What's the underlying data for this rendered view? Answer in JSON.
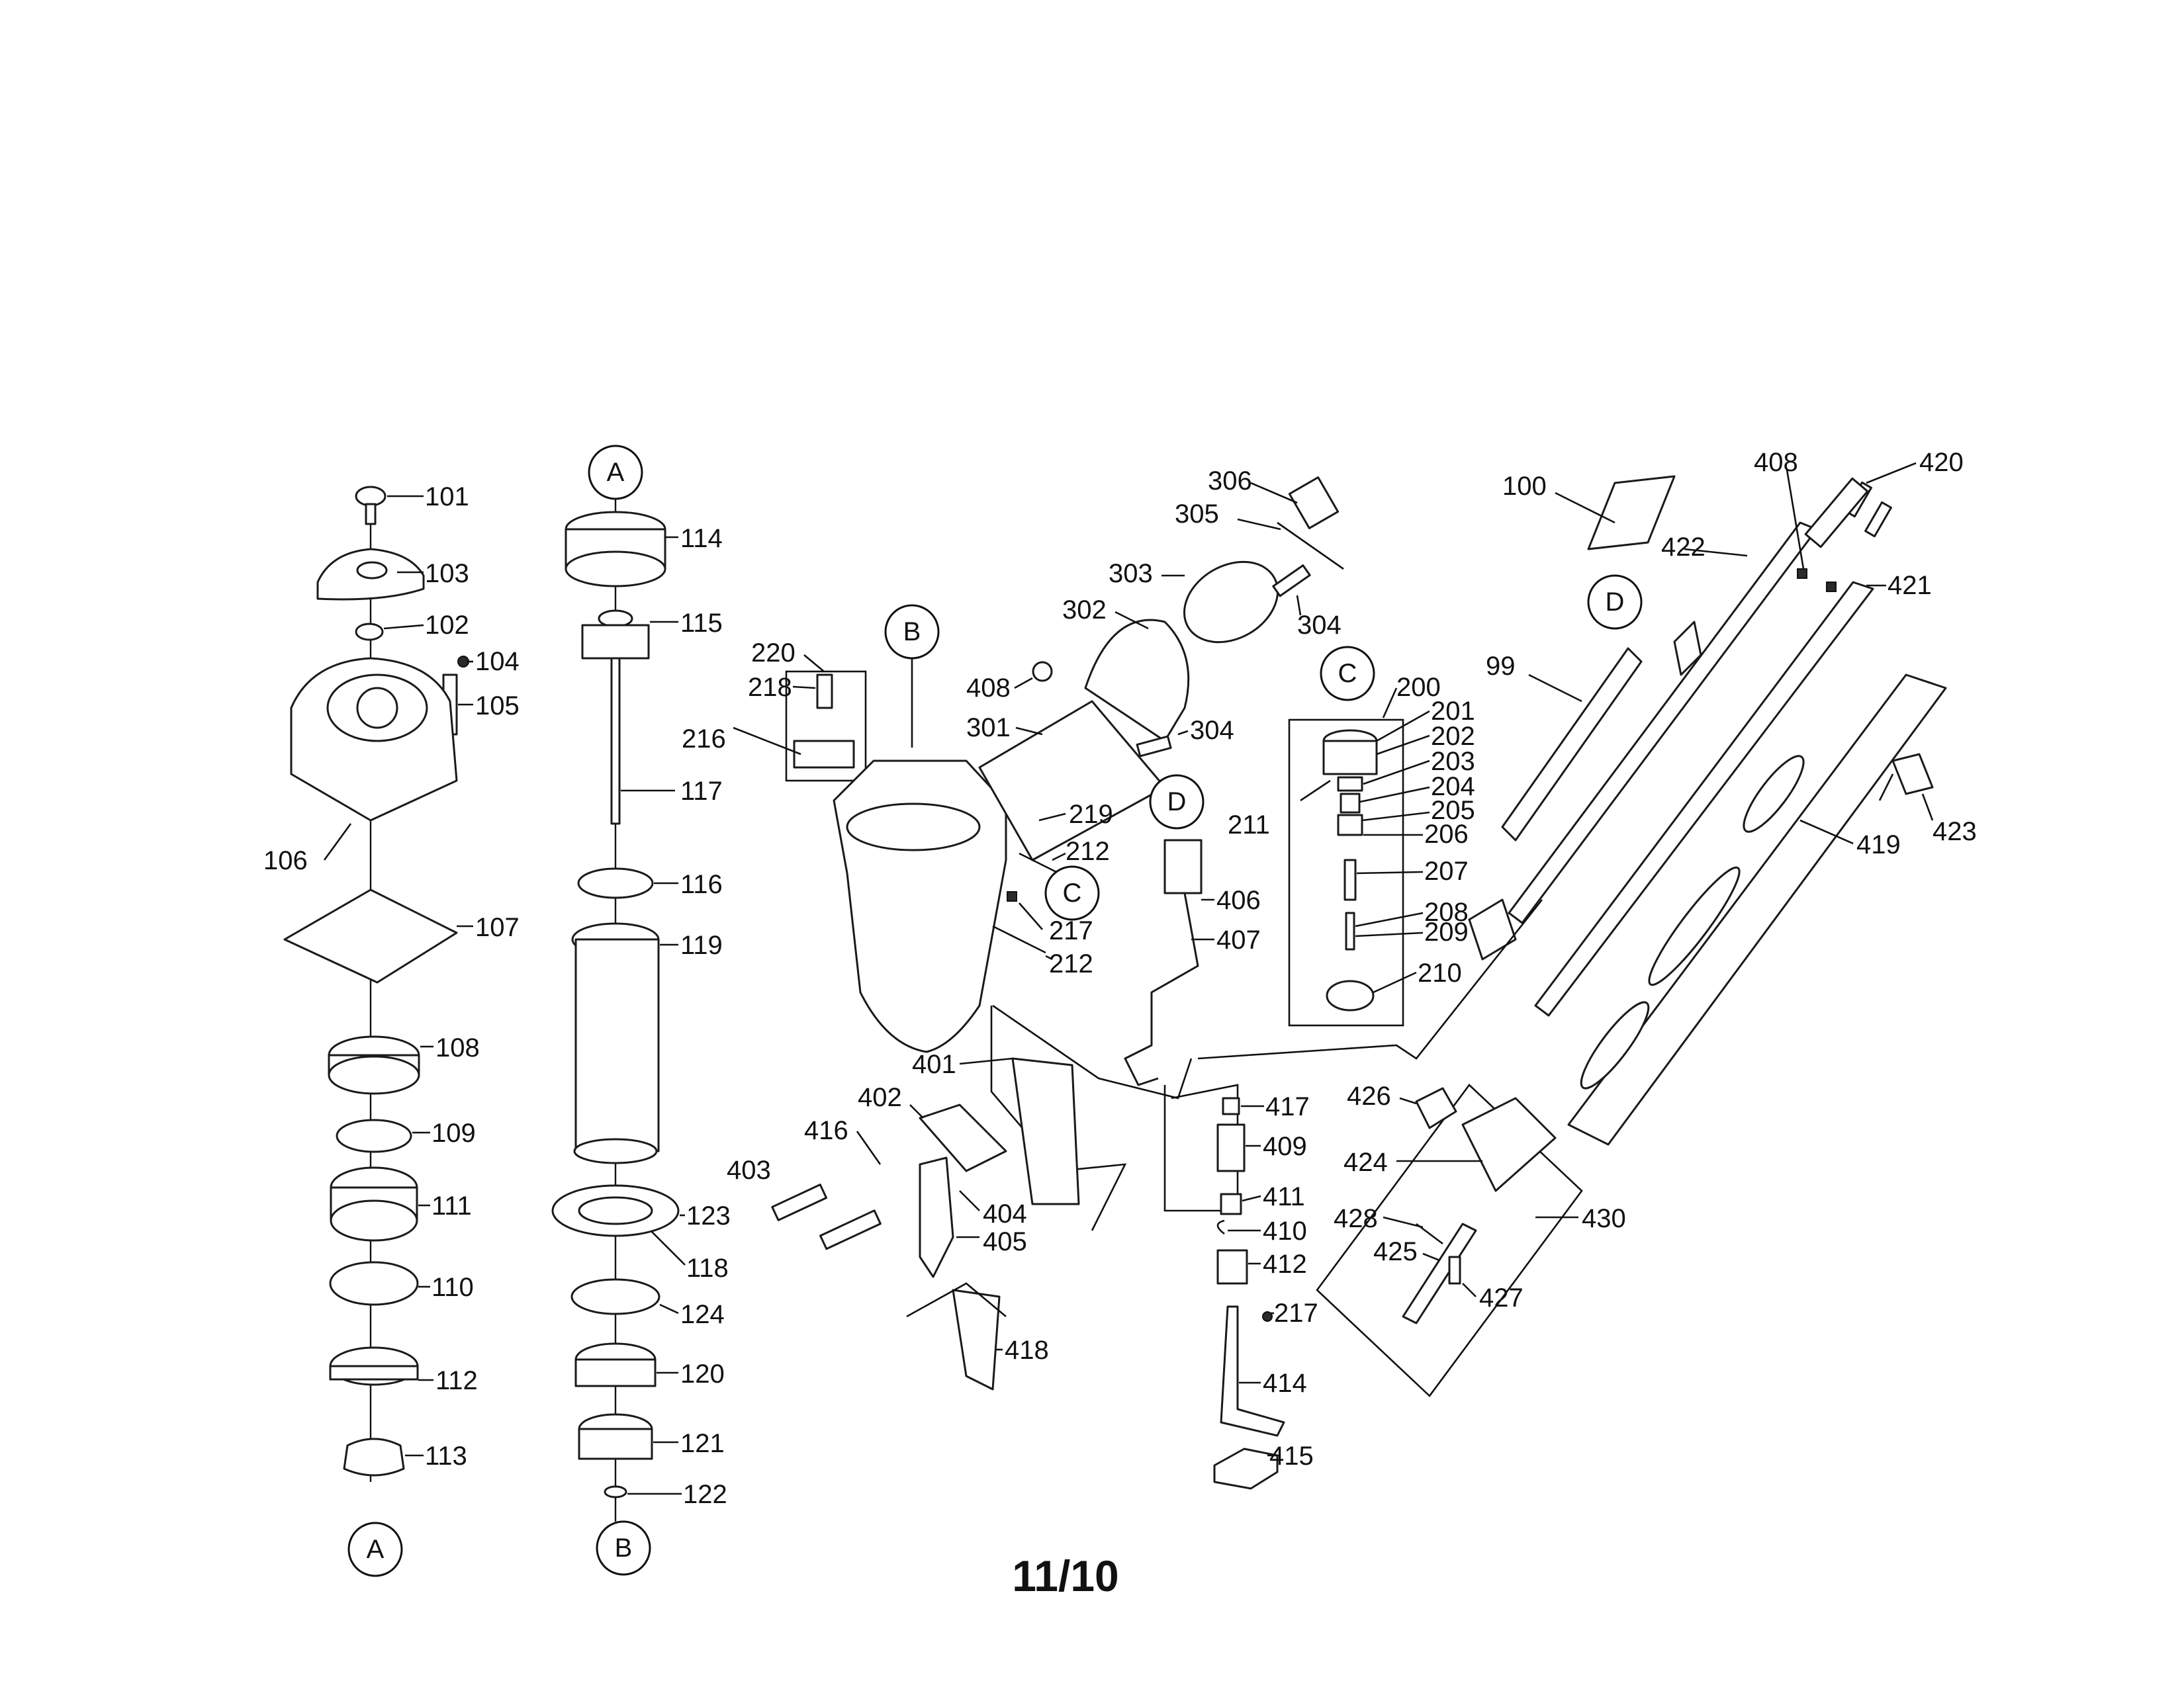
{
  "diagram": {
    "page_number": "11/10",
    "reference_markers": [
      "A",
      "A",
      "B",
      "B",
      "C",
      "C",
      "D",
      "D"
    ],
    "callouts": [
      "101",
      "103",
      "102",
      "104",
      "105",
      "106",
      "107",
      "108",
      "109",
      "111",
      "110",
      "112",
      "113",
      "114",
      "115",
      "117",
      "116",
      "119",
      "123",
      "118",
      "124",
      "120",
      "121",
      "122",
      "220",
      "218",
      "216",
      "219",
      "212",
      "217",
      "212",
      "306",
      "305",
      "303",
      "302",
      "304",
      "408",
      "301",
      "304",
      "200",
      "201",
      "202",
      "203",
      "211",
      "204",
      "205",
      "206",
      "207",
      "208",
      "209",
      "210",
      "100",
      "99",
      "408",
      "420",
      "422",
      "421",
      "419",
      "423",
      "406",
      "407",
      "401",
      "402",
      "416",
      "403",
      "404",
      "405",
      "418",
      "417",
      "409",
      "411",
      "410",
      "412",
      "217",
      "414",
      "415",
      "426",
      "424",
      "428",
      "425",
      "430",
      "427"
    ]
  }
}
